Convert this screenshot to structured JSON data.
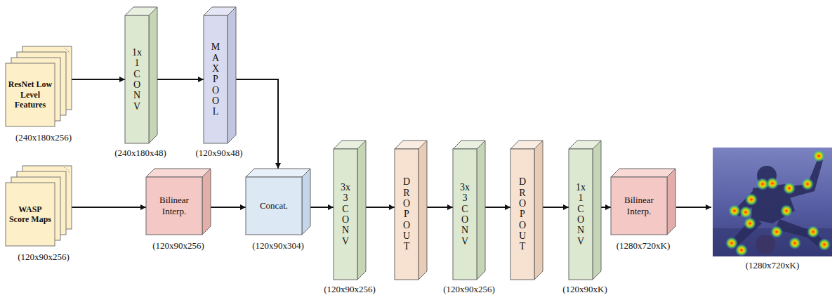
{
  "diagram": {
    "nodes": [
      {
        "text": [
          "ResNet Low Level Features"
        ]
      },
      {
        "text": [
          "1x1CONV"
        ]
      },
      {
        "text": [
          "MAX POOL"
        ]
      },
      {
        "text": [
          "WASP Score Maps"
        ]
      },
      {
        "text": [
          "Bilinear Interp."
        ]
      },
      {
        "text": [
          "Concat."
        ]
      },
      {
        "text": [
          "3x3CONV"
        ]
      },
      {
        "text": [
          "DROPOUT"
        ]
      },
      {
        "text": [
          "3x3CONV"
        ]
      },
      {
        "text": [
          "DROPOUT"
        ]
      },
      {
        "text": [
          "1x1CONV"
        ]
      },
      {
        "text": [
          "Bilinear Interp."
        ]
      }
    ],
    "edges": [
      {
        "from": 0,
        "to": 1,
        "arrow": "to"
      },
      {
        "from": 1,
        "to": 2,
        "arrow": "to"
      },
      {
        "from": 2,
        "to": 5,
        "arrow": "to"
      },
      {
        "from": 3,
        "to": 4,
        "arrow": "to"
      },
      {
        "from": 4,
        "to": 5,
        "arrow": "to"
      },
      {
        "from": 5,
        "to": 6,
        "arrow": "to"
      },
      {
        "from": 6,
        "to": 7,
        "arrow": "to"
      },
      {
        "from": 7,
        "to": 8,
        "arrow": "to"
      },
      {
        "from": 8,
        "to": 9,
        "arrow": "to"
      },
      {
        "from": 9,
        "to": 10,
        "arrow": "to"
      },
      {
        "from": 10,
        "to": 11,
        "arrow": "to"
      }
    ],
    "labels": [
      "(240x180x256)",
      "(240x180x48)",
      "(120x90x48)",
      "(120x90x256)",
      "(120x90x256)",
      "(120x90x304)",
      "(120x90x256)",
      "(120x90x256)",
      "(120x90xK)",
      "(1280x720xK)",
      "(1280x720xK)"
    ]
  }
}
